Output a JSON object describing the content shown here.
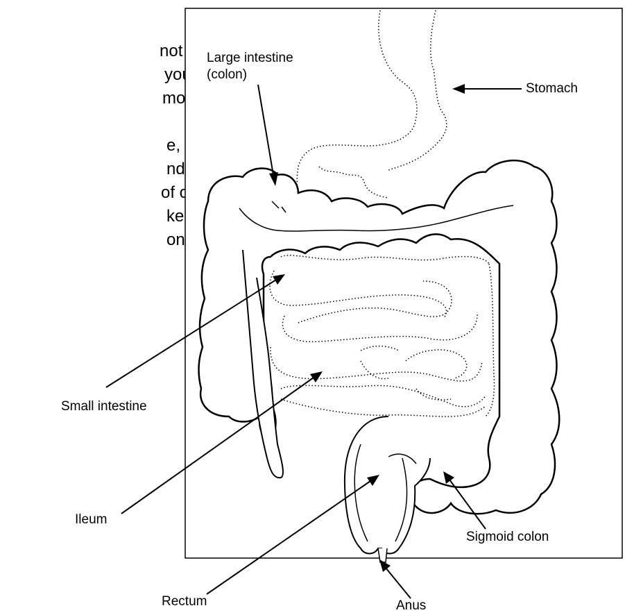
{
  "text_lines": [
    "not eating or",
    "you will still",
    "movement).",
    "e, bacterial",
    "nd material",
    "of over thirty",
    "ke enough",
    "on about"
  ],
  "labels": {
    "large_intestine_1": "Large intestine",
    "large_intestine_2": "(colon)",
    "stomach": "Stomach",
    "small_intestine": "Small intestine",
    "ileum": "Ileum",
    "sigmoid_colon": "Sigmoid colon",
    "rectum": "Rectum",
    "anus": "Anus"
  }
}
